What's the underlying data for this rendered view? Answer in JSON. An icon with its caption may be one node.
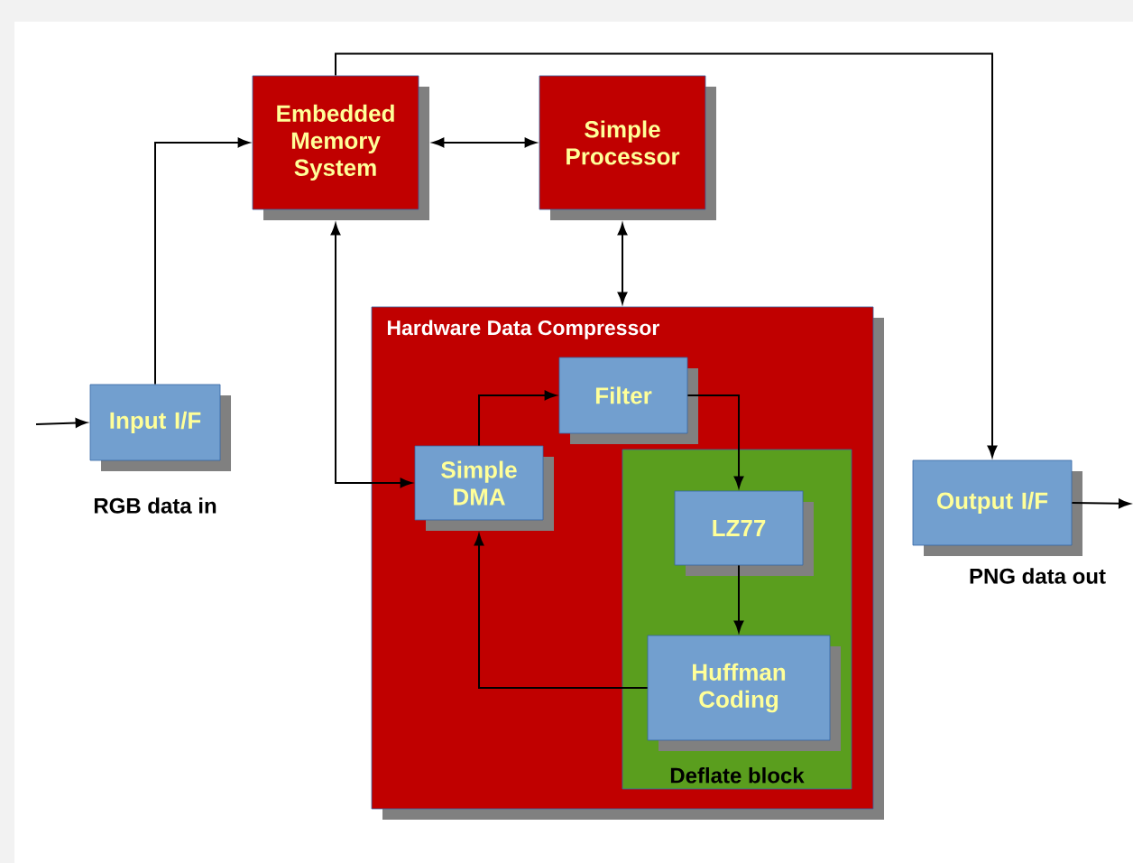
{
  "diagram": {
    "nodes": [
      {
        "text": [
          "Input I/F"
        ],
        "beside": [
          "RGB data in"
        ]
      },
      {
        "text": [
          "Embedded Memory System"
        ]
      },
      {
        "text": [
          "Simple Processor"
        ]
      },
      {
        "text": [
          "Hardware Data Compressor"
        ]
      },
      {
        "text": [
          "Filter"
        ],
        "in": 3
      },
      {
        "text": [
          "Simple DMA"
        ],
        "in": 3
      },
      {
        "text": [
          "Deflate block"
        ],
        "in": 3
      },
      {
        "text": [
          "LZ77"
        ],
        "in": 6
      },
      {
        "text": [
          "Huffman Coding"
        ],
        "in": 6
      },
      {
        "text": [
          "Output I/F"
        ],
        "beside": [
          "PNG data out"
        ]
      }
    ],
    "edges": [
      {
        "from": null,
        "to": 0,
        "arrow": "to"
      },
      {
        "from": 0,
        "to": 1,
        "arrow": "to"
      },
      {
        "from": 1,
        "to": 2,
        "arrow": "both"
      },
      {
        "from": 2,
        "to": 3,
        "arrow": "both"
      },
      {
        "from": 1,
        "to": 5,
        "arrow": "both"
      },
      {
        "from": 1,
        "to": 9,
        "arrow": "to"
      },
      {
        "from": 5,
        "to": 4,
        "arrow": "to"
      },
      {
        "from": 4,
        "to": 7,
        "arrow": "to"
      },
      {
        "from": 7,
        "to": 8,
        "arrow": "to"
      },
      {
        "from": 8,
        "to": 5,
        "arrow": "to"
      },
      {
        "from": 9,
        "to": null,
        "arrow": "to"
      }
    ]
  }
}
